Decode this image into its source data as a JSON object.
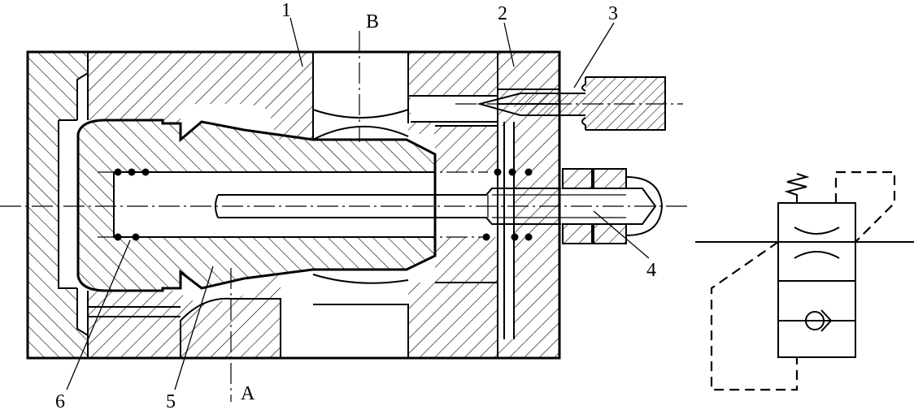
{
  "labels": {
    "part_1": "1",
    "part_2": "2",
    "part_3": "3",
    "part_4": "4",
    "part_5": "5",
    "part_6": "6",
    "port_a": "A",
    "port_b": "B"
  },
  "colors": {
    "line": "#000000",
    "background": "#ffffff"
  }
}
